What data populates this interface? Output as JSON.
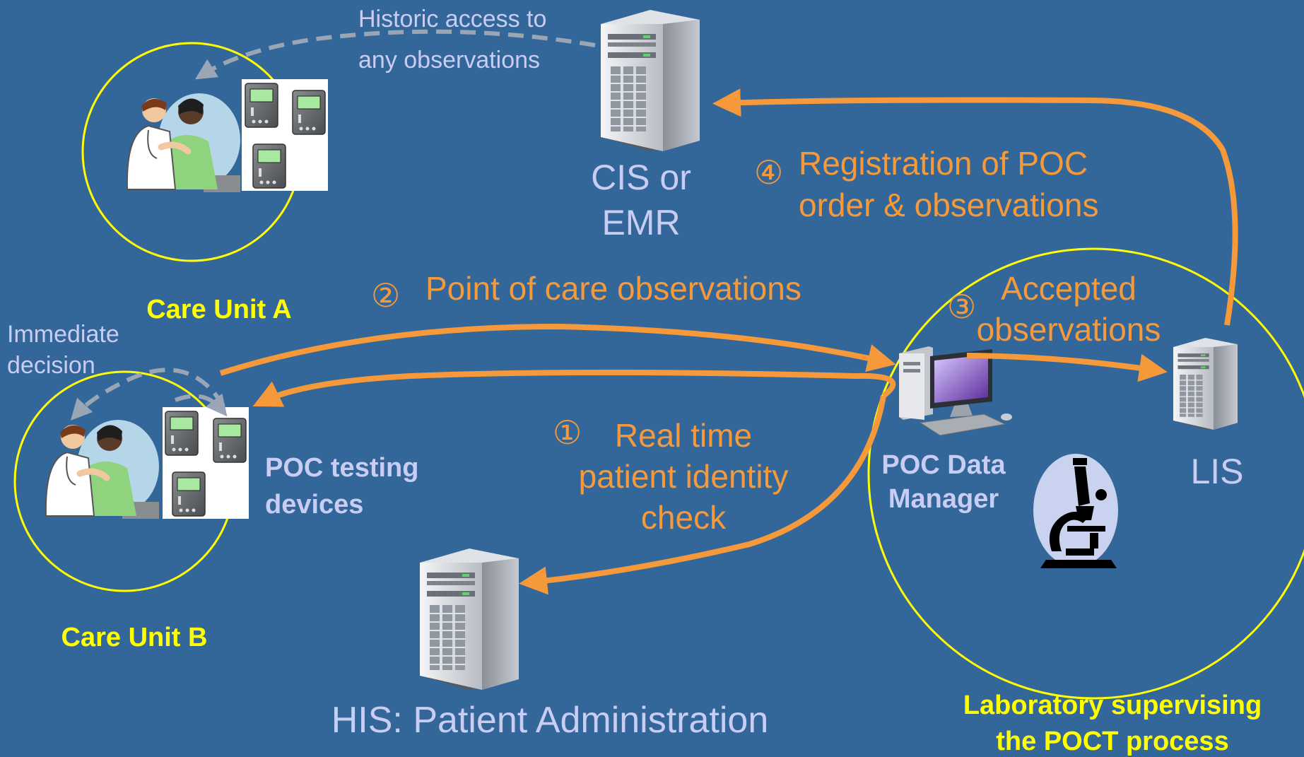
{
  "colors": {
    "background": "#336699",
    "flow_arrow": "#f5993a",
    "unit_circle": "#ffff00",
    "local_arrow": "#9aa6b6",
    "system_label": "#c9cdf3",
    "unit_label": "#ffff00"
  },
  "historic_access": {
    "line1": "Historic access to",
    "line2": "any observations"
  },
  "cis": {
    "line1": "CIS or",
    "line2": "EMR"
  },
  "step4": {
    "number": "④",
    "line1": "Registration of POC",
    "line2": "order & observations"
  },
  "step2": {
    "number": "②",
    "text": "Point of care observations"
  },
  "step3": {
    "number": "③",
    "line1": "Accepted",
    "line2": "observations"
  },
  "step1": {
    "number": "①",
    "line1": "Real time",
    "line2": "patient identity",
    "line3": "check"
  },
  "care_unit_a": {
    "label": "Care Unit A"
  },
  "care_unit_b": {
    "label": "Care Unit B"
  },
  "immediate": {
    "line1": "Immediate",
    "line2": "decision"
  },
  "poc_devices": {
    "line1": "POC testing",
    "line2": "devices"
  },
  "poc_manager": {
    "line1": "POC Data",
    "line2": "Manager"
  },
  "lis": {
    "label": "LIS"
  },
  "his": {
    "label": "HIS: Patient Administration"
  },
  "lab": {
    "line1": "Laboratory supervising",
    "line2": "the POCT process"
  },
  "icons": {
    "server": "server-icon",
    "workstation": "computer-workstation-icon",
    "microscope": "microscope-icon",
    "clinician": "doctor-patient-icon",
    "device": "testing-device-icon"
  }
}
